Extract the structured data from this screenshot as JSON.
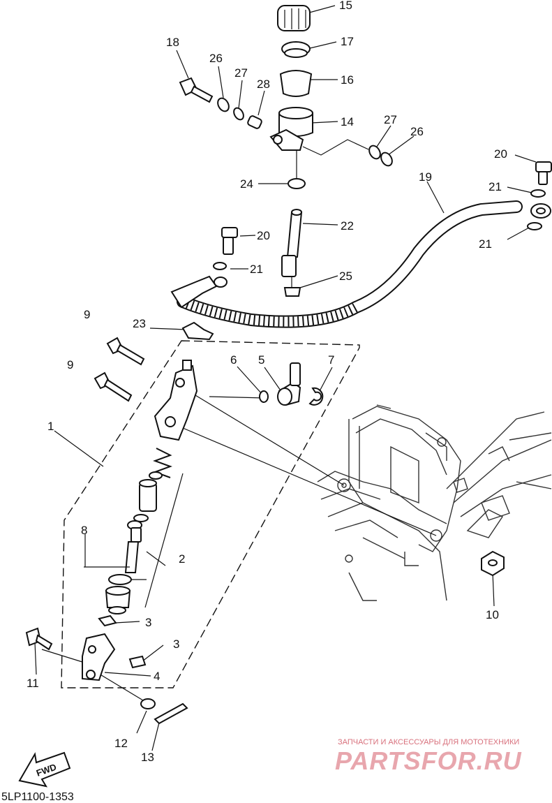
{
  "diagram_code": "5LP1100-1353",
  "forward_arrow_label": "FWD",
  "watermark": {
    "tagline": "ЗАПЧАСТИ И АКСЕССУАРЫ ДЛЯ МОТОТЕХНИКИ",
    "brand": "PARTSFOR.RU"
  },
  "callouts": [
    {
      "id": "c-15",
      "text": "15"
    },
    {
      "id": "c-17",
      "text": "17"
    },
    {
      "id": "c-16",
      "text": "16"
    },
    {
      "id": "c-14",
      "text": "14"
    },
    {
      "id": "c-18",
      "text": "18"
    },
    {
      "id": "c-26a",
      "text": "26"
    },
    {
      "id": "c-27a",
      "text": "27"
    },
    {
      "id": "c-28",
      "text": "28"
    },
    {
      "id": "c-27b",
      "text": "27"
    },
    {
      "id": "c-26b",
      "text": "26"
    },
    {
      "id": "c-20a",
      "text": "20"
    },
    {
      "id": "c-21a",
      "text": "21"
    },
    {
      "id": "c-21b",
      "text": "21"
    },
    {
      "id": "c-19",
      "text": "19"
    },
    {
      "id": "c-24",
      "text": "24"
    },
    {
      "id": "c-22",
      "text": "22"
    },
    {
      "id": "c-20b",
      "text": "20"
    },
    {
      "id": "c-21c",
      "text": "21"
    },
    {
      "id": "c-25",
      "text": "25"
    },
    {
      "id": "c-9a",
      "text": "9"
    },
    {
      "id": "c-23",
      "text": "23"
    },
    {
      "id": "c-6",
      "text": "6"
    },
    {
      "id": "c-5",
      "text": "5"
    },
    {
      "id": "c-7",
      "text": "7"
    },
    {
      "id": "c-9b",
      "text": "9"
    },
    {
      "id": "c-1",
      "text": "1"
    },
    {
      "id": "c-8",
      "text": "8"
    },
    {
      "id": "c-2",
      "text": "2"
    },
    {
      "id": "c-3a",
      "text": "3"
    },
    {
      "id": "c-3b",
      "text": "3"
    },
    {
      "id": "c-4",
      "text": "4"
    },
    {
      "id": "c-11",
      "text": "11"
    },
    {
      "id": "c-10",
      "text": "10"
    },
    {
      "id": "c-12",
      "text": "12"
    },
    {
      "id": "c-13",
      "text": "13"
    }
  ]
}
